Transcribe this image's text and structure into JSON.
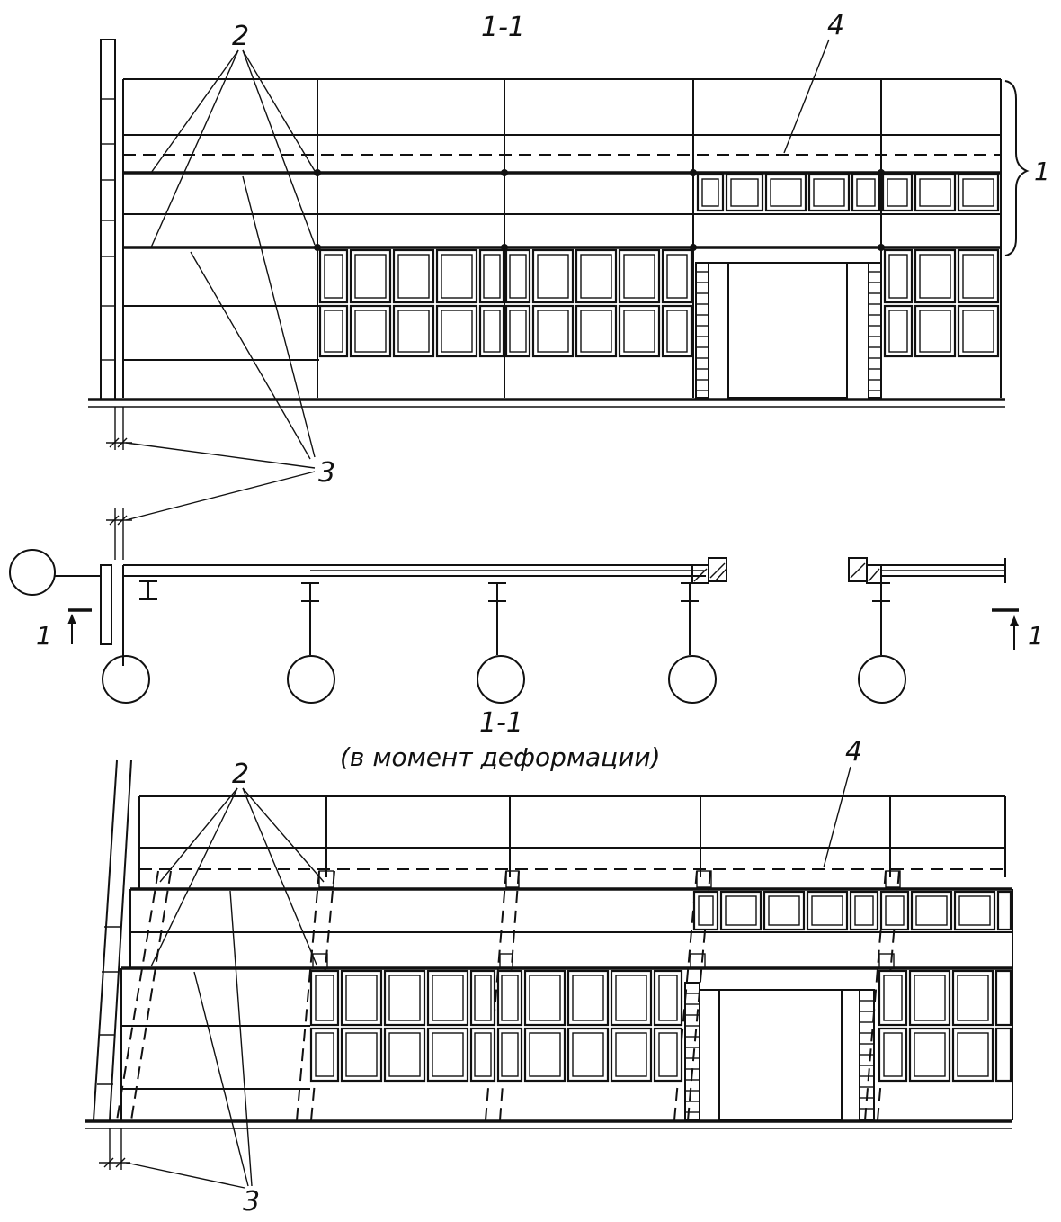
{
  "section_title_top": "1-1",
  "section_title_bottom": "1-1",
  "section_subtitle_bottom": "(в момент деформации)",
  "callouts": {
    "label_1": "1",
    "label_2_top": "2",
    "label_3_top": "3",
    "label_4_top": "4",
    "label_2_bottom": "2",
    "label_3_bottom": "3",
    "label_4_bottom": "4"
  },
  "section_marks": {
    "left": "1",
    "right": "1"
  }
}
